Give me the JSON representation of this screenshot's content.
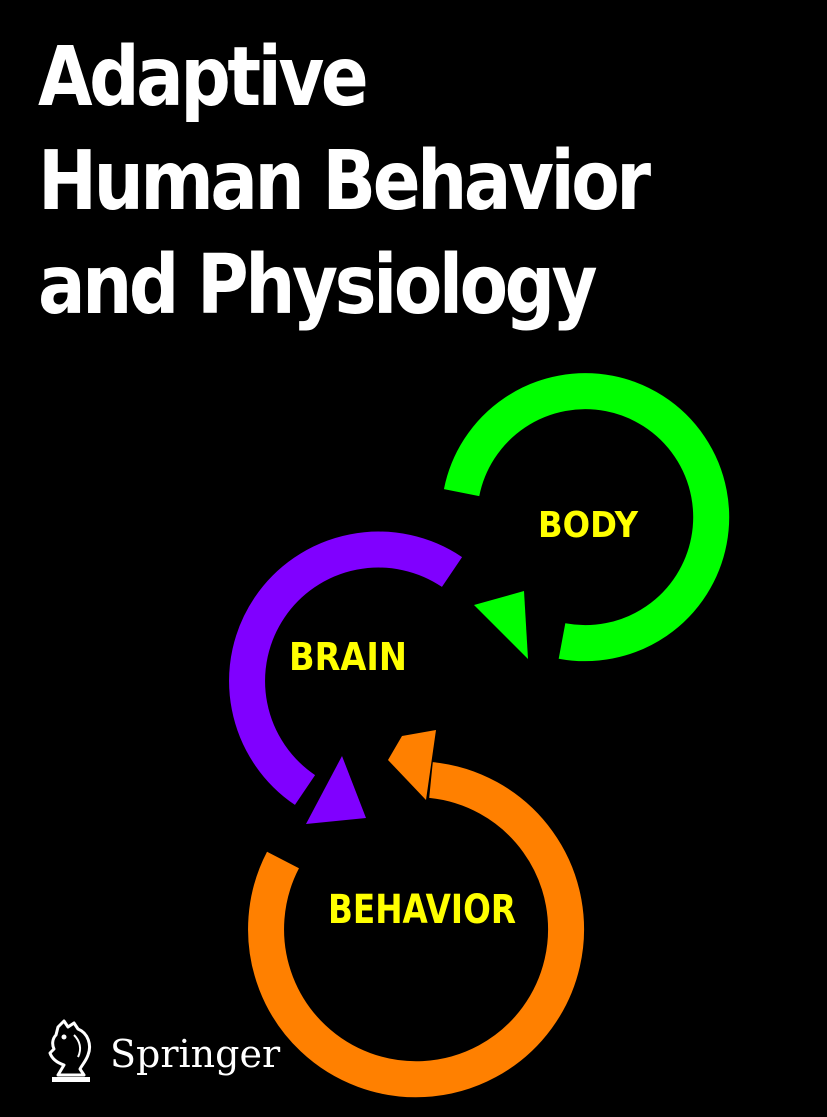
{
  "cover": {
    "background_color": "#000000",
    "title_color": "#ffffff",
    "title_lines": [
      "Adaptive",
      "Human Behavior",
      "and Physiology"
    ]
  },
  "diagram": {
    "label_color": "#ffff00",
    "nodes": [
      {
        "id": "body",
        "label": "BODY",
        "ring_color": "#00ff00"
      },
      {
        "id": "brain",
        "label": "BRAIN",
        "ring_color": "#8000ff"
      },
      {
        "id": "behavior",
        "label": "BEHAVIOR",
        "ring_color": "#ff8000"
      }
    ]
  },
  "publisher": {
    "name": "Springer",
    "logo_icon": "springer-knight-icon"
  }
}
